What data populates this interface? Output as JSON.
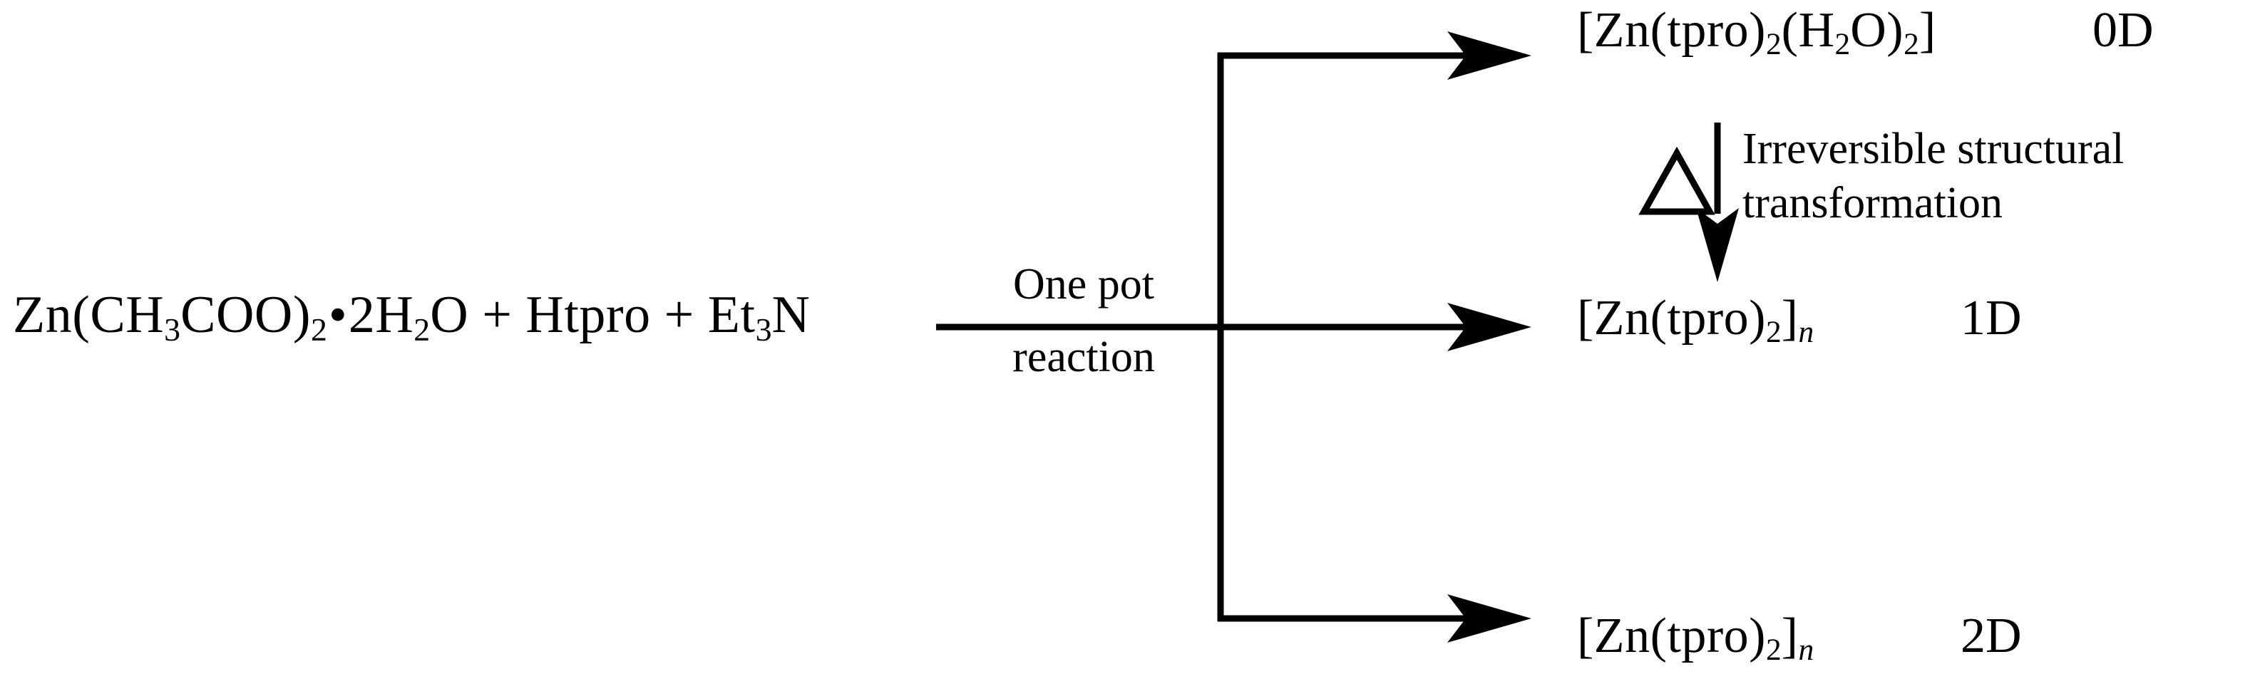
{
  "scheme": {
    "title": "Zinc tpro coordination polymer synthesis scheme",
    "reactant": {
      "full_text": "Zn(CH3COO)2·2H2O + Htpro + Et3N",
      "parts": {
        "zn": "Zn(CH",
        "sub3": "3",
        "coo": "COO)",
        "sub2a": "2",
        "dot": "•",
        "water": "2H",
        "sub2b": "2",
        "o": "O",
        "plus1": " + Htpro + Et",
        "sub3b": "3",
        "n": "N"
      }
    },
    "condition": {
      "line1": "One pot",
      "line2": "reaction"
    },
    "products": [
      {
        "id": "product-0d",
        "formula_text": "[Zn(tpro)2(H2O)2]",
        "parts": {
          "open": "[Zn(tpro)",
          "sub2a": "2",
          "waterOpen": "(H",
          "sub2b": "2",
          "o": "O)",
          "sub2c": "2",
          "close": "]"
        },
        "dimensionality": "0D"
      },
      {
        "id": "product-1d",
        "formula_text": "[Zn(tpro)2]n",
        "parts": {
          "open": "[Zn(tpro)",
          "sub2a": "2",
          "close": "]",
          "n": "n"
        },
        "dimensionality": "1D"
      },
      {
        "id": "product-2d",
        "formula_text": "[Zn(tpro)2]n",
        "parts": {
          "open": "[Zn(tpro)",
          "sub2a": "2",
          "close": "]",
          "n": "n"
        },
        "dimensionality": "2D"
      }
    ],
    "transformation": {
      "heat_symbol": "Δ",
      "line1": "Irreversible structural",
      "line2": "transformation"
    },
    "colors": {
      "ink": "#000000",
      "background": "#ffffff"
    }
  }
}
